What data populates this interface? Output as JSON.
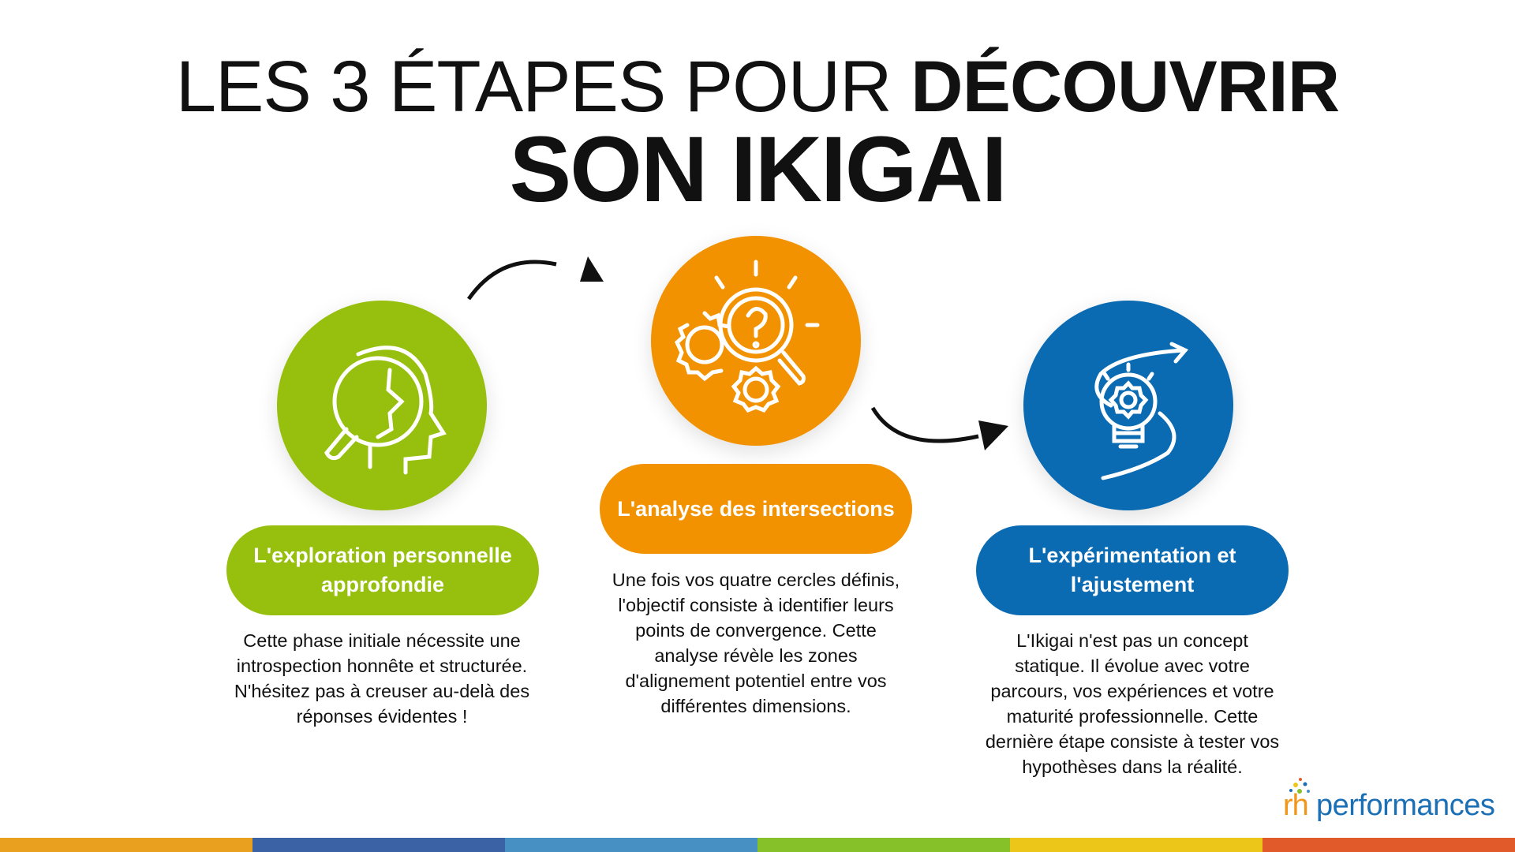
{
  "title": {
    "line1_regular": "LES 3 ÉTAPES POUR ",
    "line1_bold": "DÉCOUVRIR",
    "line2": "SON IKIGAI"
  },
  "steps": [
    {
      "label": "L'exploration personnelle approfondie",
      "color": "#97c00e",
      "icon": "head-magnifier-icon",
      "text": "Cette phase initiale nécessite une introspection honnête et structurée. N'hésitez pas à creuser au-delà des réponses évidentes !"
    },
    {
      "label": "L'analyse des intersections",
      "color": "#f29200",
      "icon": "gears-question-magnifier-icon",
      "text": "Une fois vos quatre cercles définis, l'objectif consiste à identifier leurs points de convergence. Cette analyse révèle les zones d'alignement potentiel entre vos différentes dimensions."
    },
    {
      "label": "L'expérimentation et l'ajustement",
      "color": "#0a6bb3",
      "icon": "lightbulb-gear-path-icon",
      "text": "L'Ikigai n'est pas un concept statique. Il évolue avec votre parcours, vos expériences et votre maturité professionnelle. Cette dernière étape consiste à tester vos hypothèses dans la réalité."
    }
  ],
  "logo": {
    "rh": "rh",
    "name": "performances"
  },
  "bottom_bar_colors": [
    "#e8a01e",
    "#3a62a4",
    "#4690c4",
    "#86c12a",
    "#ecc71a",
    "#e05a2a"
  ]
}
